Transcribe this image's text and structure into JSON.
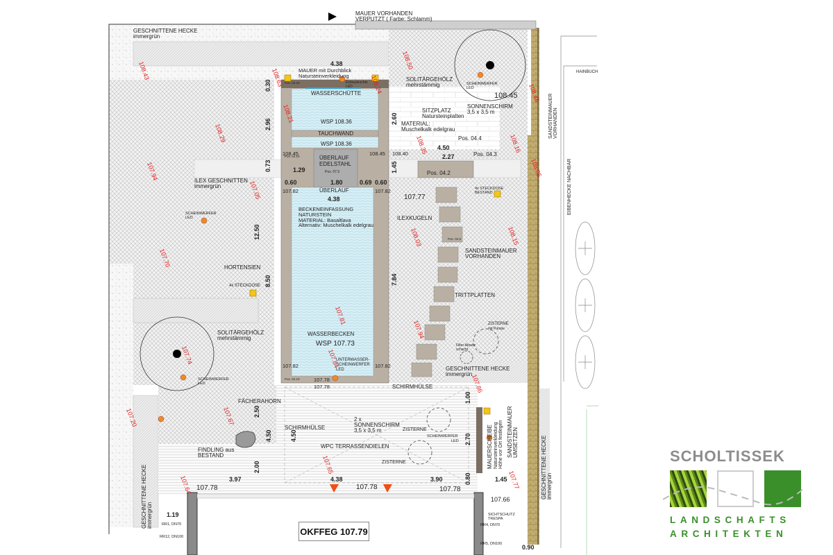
{
  "plan": {
    "labels": [
      "MAUER VORHANDEN",
      "VERPUTZT ( Farbe: Schlamm)",
      "GESCHNITTENE HECKE",
      "immergrün",
      "MAUER mit Durchblick",
      "Natursteinverkleidung",
      "Einbauleuchte",
      "LED",
      "WASSERSCHÜTTE",
      "WSP 108.36",
      "TAUCHWAND",
      "WSP 108.36",
      "108.45",
      "108.45",
      "108.40",
      "ÜBERLAUF",
      "EDELSTAHL",
      "Pos. 07.5",
      "107.82",
      "ÜBERLAUF",
      "107.82",
      "BECKENEINFASSUNG",
      "NATURSTEIN",
      "MATERIAL: Basaltlava",
      "Alternativ: Muschelkalk edelgrau",
      "WASSERBECKEN",
      "WSP 107.73",
      "UNTERWASSER-",
      "SCHEINWERFER",
      "LED",
      "107.82",
      "107.82",
      "107.78",
      "107.78",
      "SOLITÄRGEHÖLZ",
      "mehrstämmig",
      "SCHEINWERFER",
      "LED",
      "108.45",
      "SONNENSCHIRM",
      "3,5 x 3,5 m",
      "SITZPLATZ",
      "Natursteinplatten",
      "MATERIAL:",
      "Muschelkalk edelgrau",
      "Pos. 04.4",
      "Pos. 04.3",
      "Pos. 04.2",
      "107.77",
      "4x STECKDOSE",
      "BESTAND",
      "ILEXKUGELN",
      "SANDSTEINMAUER",
      "VORHANDEN",
      "TRITTPLATTEN",
      "ZISTERNE",
      "mit Pumpe",
      "Filter-Absetz",
      "schacht",
      "GESCHNITTENE HECKE",
      "immergrün",
      "ILEX GESCHNITTEN",
      "immergrün",
      "SCHEINWERFER",
      "LED",
      "HORTENSIEN",
      "4x STECKDOSE",
      "SOLITÄRGEHÖLZ",
      "mehrstämmig",
      "SCHEINWERFER",
      "LED",
      "FÄCHERAHORN",
      "FINDLING aus",
      "BESTAND",
      "107.78",
      "SCHIRMHÜLSE",
      "SCHIRMHÜLSE",
      "2 x",
      "SONNENSCHIRM",
      "3,5 x 3,5 m",
      "ZISTERNE",
      "WPC TERRASSENDIELEN",
      "ZISTERNE",
      "SCHEINWERFER",
      "LED",
      "107.78",
      "107.78",
      "107.66",
      "SICHTSCHUTZ",
      "TRESPA",
      "RR4, DN70",
      "RR5, DN100",
      "MAUERSCHEIBE",
      "Natursteinverkleidung",
      "Höhe vor Ort festlegen",
      "SANDSTEINMAUER",
      "UMSETZEN",
      "GESCHNITTENE HECKE",
      "immergrün",
      "GESCHNITTENE HECKE",
      "immergrün",
      "RR1, DN70",
      "RR12, DN100",
      "SANDSTEINMAUER",
      "VORHANDEN",
      "HAINBUCH",
      "EIBENHECKE NACHBAR",
      "Pos. 03.16",
      "Pos. 04.10",
      "Pos. 04.10",
      "Pos. 04.5"
    ],
    "dimensions": [
      "4.38",
      "0.30",
      "2.96",
      "0.73",
      "1.29",
      "0.60",
      "1.80",
      "0.69",
      "0.60",
      "4.38",
      "1.45",
      "2.60",
      "4.50",
      "2.27",
      "7.84",
      "12.50",
      "8.50",
      "2.50",
      "4.50",
      "4.50",
      "2.00",
      "3.97",
      "1.00",
      "2.70",
      "4.38",
      "3.90",
      "0.80",
      "1.45",
      "1.19",
      "0.90"
    ],
    "elevations": [
      "108.43",
      "108.63",
      "108.50",
      "108.24",
      "108.21",
      "108.29",
      "107.94",
      "107.05",
      "107.70",
      "108.48",
      "108.16",
      "108.85",
      "108.35",
      "108.03",
      "108.15",
      "107.81",
      "107.84",
      "107.94",
      "107.74",
      "107.86",
      "107.20",
      "107.67",
      "107.65",
      "107.64",
      "107.77"
    ]
  },
  "okffeg": "OKFFEG 107.79",
  "logo": {
    "brand": "SCHOLTISSEK",
    "line1": "LANDSCHAFTS",
    "line2": "ARCHITEKTEN",
    "green": "#3a8f2a"
  },
  "colors": {
    "water": "#d6eef5",
    "stone": "#b9b0a3",
    "sandstone": "#b8a46a",
    "elevation": "#e02020"
  }
}
